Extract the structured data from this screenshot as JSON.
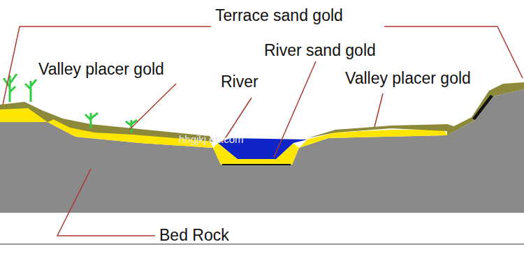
{
  "diagram": {
    "labels": [
      "Terrace sand gold",
      "Valley placer gold",
      "River sand gold",
      "River",
      "Valley placer gold",
      "hhgjkj.en.com",
      "Bed Rock"
    ]
  }
}
